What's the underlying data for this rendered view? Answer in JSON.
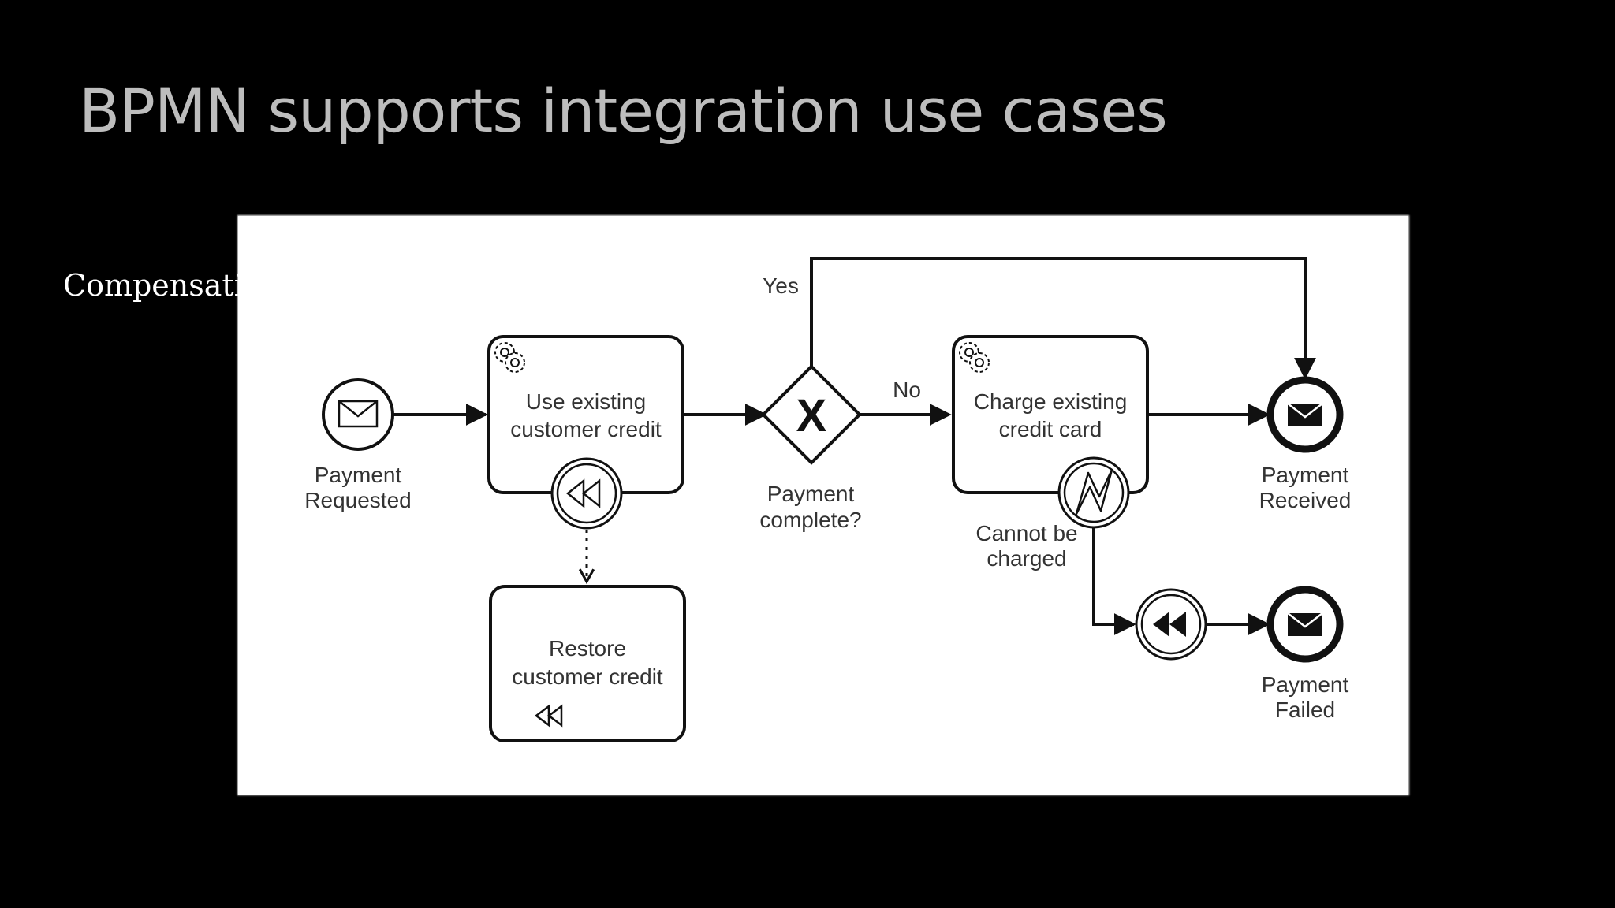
{
  "slide": {
    "title": "BPMN supports integration use cases",
    "side_label": "Compensation"
  },
  "diagram": {
    "start_event": {
      "label_line1": "Payment",
      "label_line2": "Requested"
    },
    "task_use_credit": {
      "line1": "Use existing",
      "line2": "customer credit"
    },
    "task_restore_credit": {
      "line1": "Restore",
      "line2": "customer credit"
    },
    "gateway": {
      "symbol": "X",
      "label_line1": "Payment",
      "label_line2": "complete?"
    },
    "flow_yes": {
      "label": "Yes"
    },
    "flow_no": {
      "label": "No"
    },
    "task_charge_card": {
      "line1": "Charge existing",
      "line2": "credit card"
    },
    "error_boundary": {
      "label_line1": "Cannot be",
      "label_line2": "charged"
    },
    "end_received": {
      "label_line1": "Payment",
      "label_line2": "Received"
    },
    "end_failed": {
      "label_line1": "Payment",
      "label_line2": "Failed"
    }
  },
  "colors": {
    "background": "#000000",
    "paper": "#ffffff",
    "ink": "#111111",
    "title": "#bdbdbd"
  }
}
